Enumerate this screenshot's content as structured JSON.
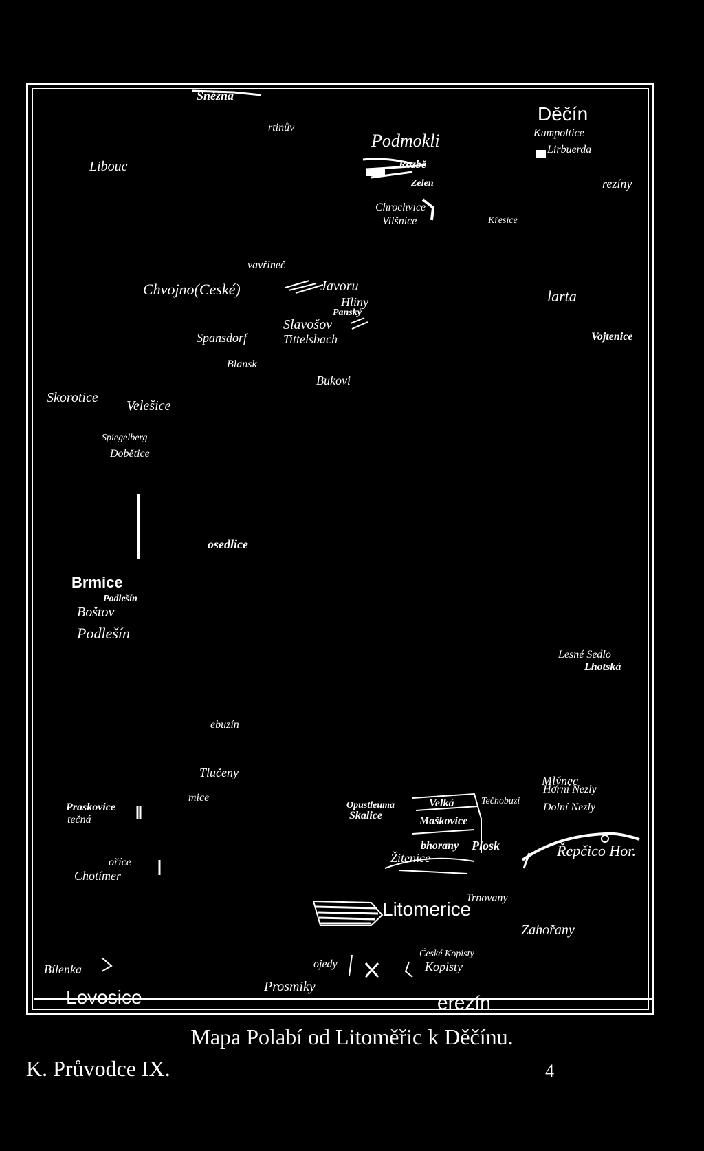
{
  "map": {
    "places": {
      "snezna": "Sněžná",
      "libouc": "Libouc",
      "martinova": "rtinův",
      "podmokli": "Podmokli",
      "rozbelec": "Rozbě",
      "zeleny": "Zelen",
      "chrochvice": "Chrochvice",
      "vilsnice": "Vilšnice",
      "decin": "Děčín",
      "kumpolt": "Kumpoltice",
      "lierbuerda": "Lirbuerda",
      "brezny": "rezíny",
      "kresice": "Křesice",
      "vavrineckovec": "vavřineč",
      "chvojno": "Chvojno(Ceské)",
      "javoru": "Javoru",
      "hliny": "Hliny",
      "pansky": "Panský",
      "slavosov": "Slavošov",
      "tittelsbach": "Tittelsbach",
      "spansdorf": "Spansdorf",
      "marta": "larta",
      "vojtenice": "Vojtenice",
      "blansko": "Blansk",
      "bukovi": "Bukovi",
      "skorotice": "Skorotice",
      "velesice": "Velešice",
      "spiegelberg": "Spiegelberg",
      "dobetice": "Dobětice",
      "posedlice": "osedlice",
      "brmice": "Brmice",
      "podlesin1": "Podlešín",
      "bostov": "Boštov",
      "podlesin2": "Podlešín",
      "lesne_sedlo": "Lesné Sedlo",
      "lhotska": "Lhotská",
      "nebuzin": "ebuzín",
      "tluceny": "Tlučeny",
      "mice": "mice",
      "mlynec": "Mlýnec",
      "horni_nezly": "Horní Nezly",
      "dolni_nezly": "Dolní Nezly",
      "praskovice": "Praskovice",
      "tecna": "tečná",
      "opustleuma": "Opustleuma",
      "skalice": "Skalice",
      "velka": "Velká",
      "tlucna": "Tečhobuzi",
      "maskovice": "Maškovice",
      "borany": "bhorany",
      "plosk": "Plosk",
      "zitenice": "Žitenice",
      "sporice": "oříce",
      "repcico_hor": "Řepčico Hor.",
      "cholimer": "Chotímer",
      "litomerice": "Litomerice",
      "trnovany": "Trnovany",
      "zahorany": "Zahořany",
      "bilenka": "Bílenka",
      "ojedy": "ojedy",
      "ceske_kopisty": "České Kopisty",
      "kopisty": "Kopisty",
      "prosmiky": "Prosmiky",
      "lovosice": "Lovosice",
      "terezin": "erezín"
    }
  },
  "caption": "Mapa Polabí od Litoměřic k Děčínu.",
  "guide_label": "K. Průvodce IX.",
  "page_number": "4"
}
